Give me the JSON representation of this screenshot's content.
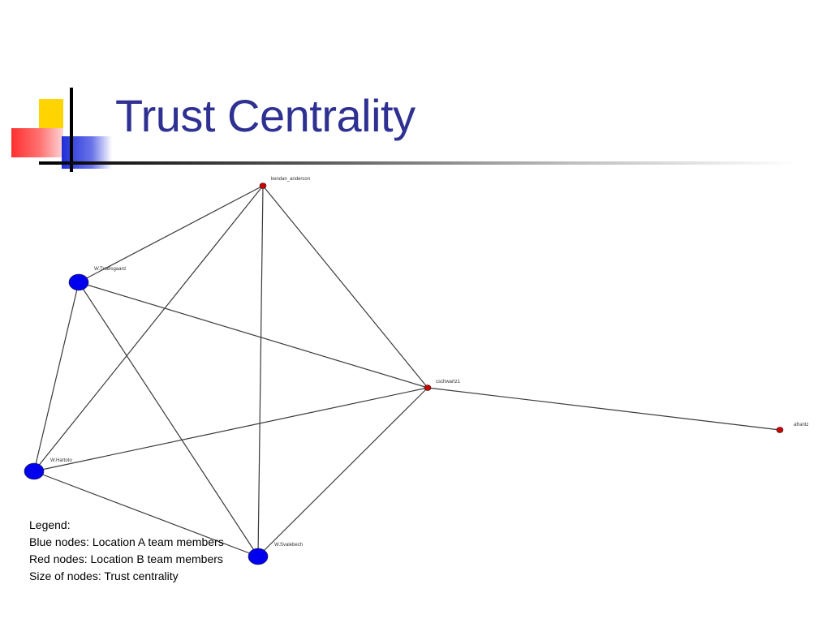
{
  "title": "Trust Centrality",
  "colors": {
    "title": "#2e3192",
    "location_a_node": "#0000ee",
    "location_b_node": "#cc0000",
    "edge": "#3a3a3a"
  },
  "nodes": [
    {
      "id": "kendan_anderson",
      "label": "kendan_anderson",
      "group": "B",
      "trust_centrality": "small"
    },
    {
      "id": "W.Troelsgaard",
      "label": "W.Troelsgaard",
      "group": "A",
      "trust_centrality": "large"
    },
    {
      "id": "cschwartz1",
      "label": "cschwartz1",
      "group": "B",
      "trust_centrality": "small"
    },
    {
      "id": "afrantz",
      "label": "afrantz",
      "group": "B",
      "trust_centrality": "small"
    },
    {
      "id": "W.Hartoto",
      "label": "W.Hartoto",
      "group": "A",
      "trust_centrality": "large"
    },
    {
      "id": "W.Svalebech",
      "label": "W.Svalebech",
      "group": "A",
      "trust_centrality": "large"
    }
  ],
  "edges": [
    {
      "from": "kendan_anderson",
      "to": "W.Troelsgaard"
    },
    {
      "from": "kendan_anderson",
      "to": "W.Hartoto"
    },
    {
      "from": "kendan_anderson",
      "to": "W.Svalebech"
    },
    {
      "from": "kendan_anderson",
      "to": "cschwartz1"
    },
    {
      "from": "W.Troelsgaard",
      "to": "cschwartz1"
    },
    {
      "from": "W.Troelsgaard",
      "to": "W.Hartoto"
    },
    {
      "from": "W.Troelsgaard",
      "to": "W.Svalebech"
    },
    {
      "from": "W.Hartoto",
      "to": "cschwartz1"
    },
    {
      "from": "W.Hartoto",
      "to": "W.Svalebech"
    },
    {
      "from": "W.Svalebech",
      "to": "cschwartz1"
    },
    {
      "from": "cschwartz1",
      "to": "afrantz"
    }
  ],
  "legend": {
    "heading": "Legend:",
    "blue": "Blue nodes: Location A team members",
    "red": "Red nodes: Location B team members",
    "size": "Size of nodes: Trust centrality"
  }
}
